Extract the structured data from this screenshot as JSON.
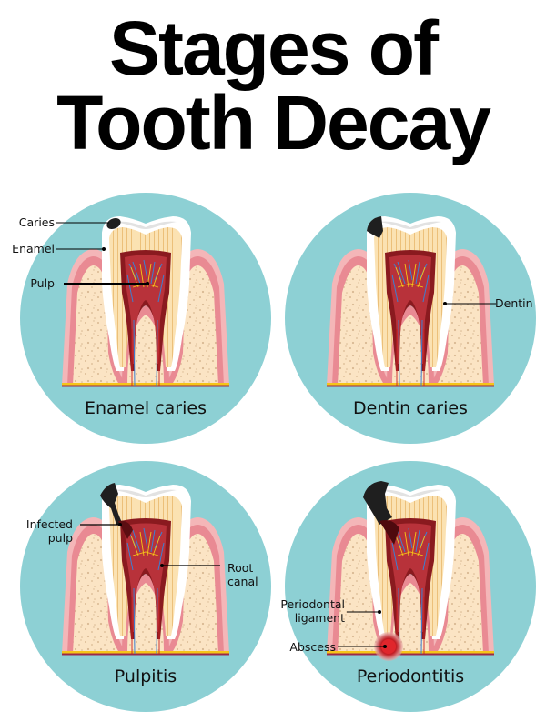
{
  "title": {
    "line1": "Stages of",
    "line2": "Tooth Decay"
  },
  "colors": {
    "circle_bg": "#8dd0d4",
    "enamel": "#ffffff",
    "dentin": "#f8d9a0",
    "pulp": "#9b1c22",
    "pulp_inner": "#b8323a",
    "gum": "#e98a93",
    "gum_light": "#f4b6b8",
    "bone": "#fbe4c4",
    "bone_speckle": "#d9b993",
    "caries": "#1f1f1f",
    "abscess": "#d9262c",
    "nerve_blue": "#3d7fd1",
    "nerve_yellow": "#f5c518"
  },
  "stages": [
    {
      "name": "Enamel caries",
      "labels": [
        {
          "text": "Caries"
        },
        {
          "text": "Enamel"
        },
        {
          "text": "Pulp"
        }
      ]
    },
    {
      "name": "Dentin caries",
      "labels": [
        {
          "text": "Dentin"
        }
      ]
    },
    {
      "name": "Pulpitis",
      "labels": [
        {
          "text": "Infected pulp",
          "line1": "Infected",
          "line2": "pulp"
        },
        {
          "text": "Root canal",
          "line1": "Root",
          "line2": "canal"
        }
      ]
    },
    {
      "name": "Periodontitis",
      "labels": [
        {
          "text": "Periodontal ligament",
          "line1": "Periodontal",
          "line2": "ligament"
        },
        {
          "text": "Abscess"
        }
      ]
    }
  ]
}
